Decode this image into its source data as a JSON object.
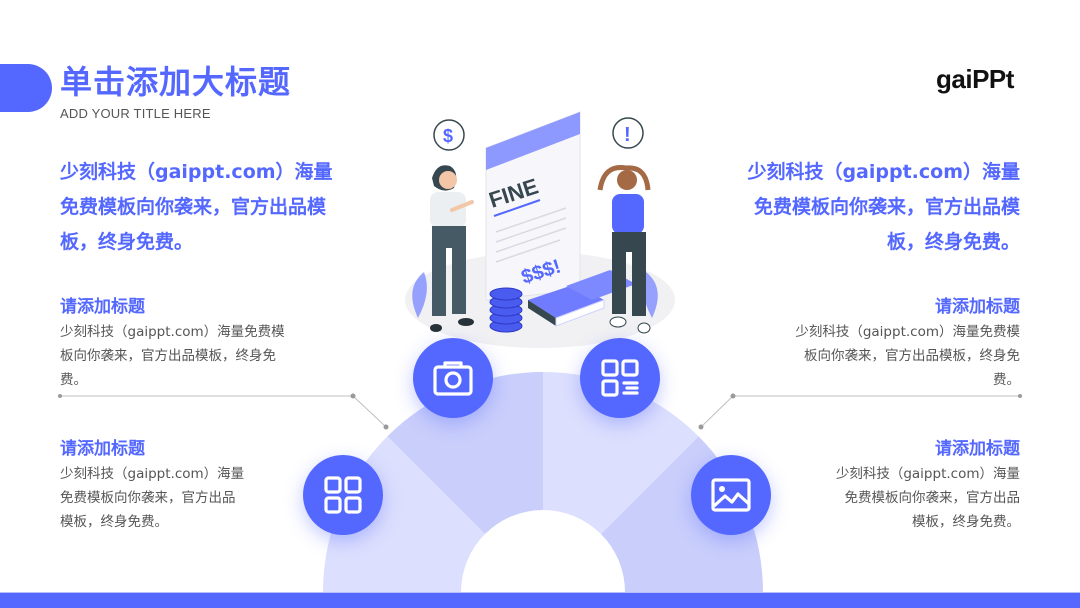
{
  "header": {
    "title": "单击添加大标题",
    "subtitle": "ADD YOUR TITLE HERE",
    "logo": "gaiPPt"
  },
  "lead_left": {
    "lines": [
      "少刻科技（gaippt.com）海量",
      "免费模板向你袭来，官方出品模",
      "板，终身免费。"
    ]
  },
  "lead_right": {
    "lines": [
      "少刻科技（gaippt.com）海量",
      "免费模板向你袭来，官方出品模",
      "板，终身免费。"
    ]
  },
  "blocks": [
    {
      "heading": "请添加标题",
      "lines": [
        "少刻科技（gaippt.com）海量免费模",
        "板向你袭来，官方出品模板，终身免",
        "费。"
      ]
    },
    {
      "heading": "请添加标题",
      "lines": [
        "少刻科技（gaippt.com）海量",
        "免费模板向你袭来，官方出品",
        "模板，终身免费。"
      ]
    },
    {
      "heading": "请添加标题",
      "lines": [
        "少刻科技（gaippt.com）海量免费模",
        "板向你袭来，官方出品模板，终身免",
        "费。"
      ]
    },
    {
      "heading": "请添加标题",
      "lines": [
        "少刻科技（gaippt.com）海量",
        "免费模板向你袭来，官方出品",
        "模板，终身免费。"
      ]
    }
  ],
  "icons": [
    {
      "name": "grid-icon",
      "position": "outer-left"
    },
    {
      "name": "camera-icon",
      "position": "inner-left"
    },
    {
      "name": "qr-list-icon",
      "position": "inner-right"
    },
    {
      "name": "image-icon",
      "position": "outer-right"
    }
  ],
  "illustration": {
    "document_heading": "FINE",
    "document_amount": "$$$!",
    "left_bubble": "$",
    "right_bubble": "!"
  },
  "colors": {
    "accent": "#5468ff",
    "fan_light": "#dcdffd",
    "fan_dark": "#c9cefb",
    "body_text": "#555555"
  }
}
